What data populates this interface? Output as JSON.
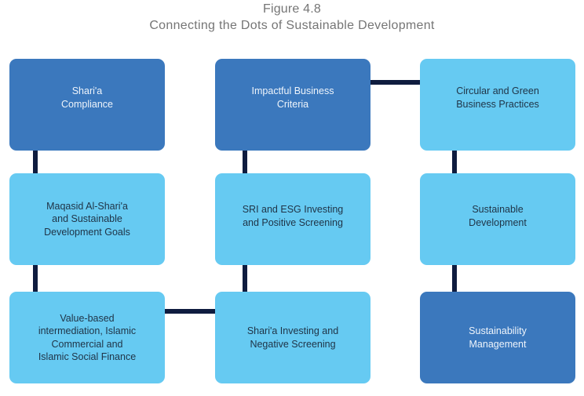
{
  "figure": {
    "number": "Figure 4.8",
    "title": "Connecting the Dots of Sustainable Development"
  },
  "colors": {
    "dark_box": "#3b78bd",
    "light_box": "#66caf2",
    "connector": "#0f1c3f",
    "title_text": "#757575"
  },
  "nodes": [
    {
      "id": "sharia-compliance",
      "label": "Shari'a\nCompliance",
      "style": "dark",
      "row": 1,
      "col": 1
    },
    {
      "id": "impactful-business-criteria",
      "label": "Impactful Business\nCriteria",
      "style": "dark",
      "row": 1,
      "col": 2
    },
    {
      "id": "circular-green-business",
      "label": "Circular and Green\nBusiness Practices",
      "style": "light",
      "row": 1,
      "col": 3
    },
    {
      "id": "maqasid-sdgs",
      "label": "Maqasid Al-Shari'a\nand Sustainable\nDevelopment Goals",
      "style": "light",
      "row": 2,
      "col": 1
    },
    {
      "id": "sri-esg-investing",
      "label": "SRI and ESG Investing\nand Positive Screening",
      "style": "light",
      "row": 2,
      "col": 2
    },
    {
      "id": "sustainable-development",
      "label": "Sustainable\nDevelopment",
      "style": "light",
      "row": 2,
      "col": 3
    },
    {
      "id": "value-based-intermediation",
      "label": "Value-based\nintermediation, Islamic\nCommercial and\nIslamic Social Finance",
      "style": "light",
      "row": 3,
      "col": 1
    },
    {
      "id": "sharia-investing",
      "label": "Shari'a Investing and\nNegative Screening",
      "style": "light",
      "row": 3,
      "col": 2
    },
    {
      "id": "sustainability-management",
      "label": "Sustainability\nManagement",
      "style": "dark",
      "row": 3,
      "col": 3
    }
  ],
  "edges": [
    {
      "from": "sharia-compliance",
      "to": "maqasid-sdgs"
    },
    {
      "from": "maqasid-sdgs",
      "to": "value-based-intermediation"
    },
    {
      "from": "value-based-intermediation",
      "to": "sharia-investing"
    },
    {
      "from": "sharia-investing",
      "to": "sri-esg-investing"
    },
    {
      "from": "sri-esg-investing",
      "to": "impactful-business-criteria"
    },
    {
      "from": "impactful-business-criteria",
      "to": "circular-green-business"
    },
    {
      "from": "circular-green-business",
      "to": "sustainable-development"
    },
    {
      "from": "sustainable-development",
      "to": "sustainability-management"
    }
  ]
}
